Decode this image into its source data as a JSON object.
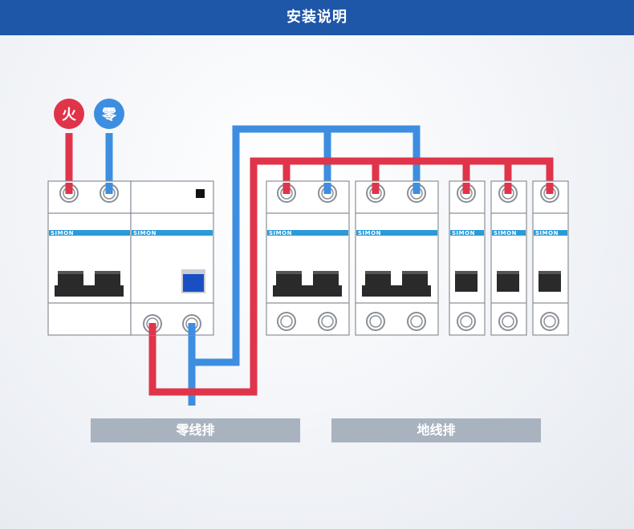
{
  "header": {
    "title": "安装说明"
  },
  "terminals": {
    "live": "火",
    "neutral": "零"
  },
  "brand": "SIMON",
  "bars": {
    "neutral": "零线排",
    "ground": "地线排"
  },
  "colors": {
    "header": "#1e56a8",
    "live_wire": "#e0344a",
    "neutral_wire": "#3d8ee0",
    "handle": "#2a2a2a",
    "test_button": "#1a4fc4",
    "bar": "#a9b3bf"
  }
}
